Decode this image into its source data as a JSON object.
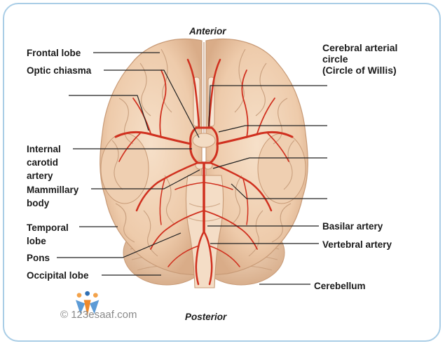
{
  "orientation": {
    "anterior": "Anterior",
    "posterior": "Posterior"
  },
  "title": "Cerebral arterial\ncircle\n(Circle of Willis)",
  "labels_left": {
    "frontal_lobe": "Frontal lobe",
    "optic_chiasma": "Optic chiasma",
    "internal_carotid_artery": "Internal\ncarotid\nartery",
    "mammillary_body": "Mammillary\nbody",
    "temporal_lobe": "Temporal\nlobe",
    "pons": "Pons",
    "occipital_lobe": "Occipital lobe"
  },
  "labels_right": {
    "basilar_artery": "Basilar artery",
    "vertebral_artery": "Vertebral artery",
    "cerebellum": "Cerebellum"
  },
  "watermark": "© 123esaaf.com",
  "colors": {
    "frame": "#a9cde6",
    "brain": "#f1d2b6",
    "artery": "#d0301f",
    "leader": "#222222"
  }
}
